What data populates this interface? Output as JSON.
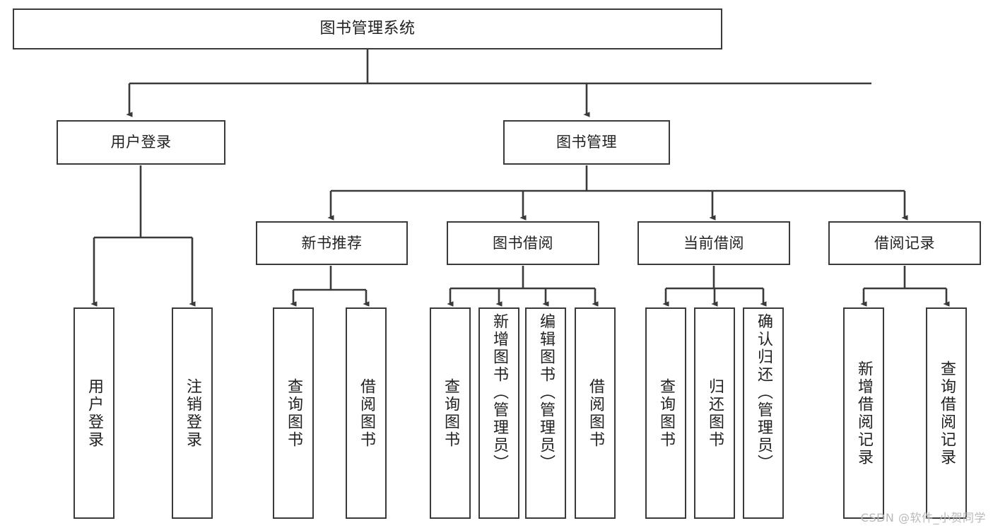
{
  "diagram": {
    "title": "图书管理系统",
    "type": "tree-structure-chart",
    "watermark": "CSDN @软件_小贺同学",
    "colors": {
      "background": "#ffffff",
      "box_border": "#3a3a3a",
      "box_fill": "#ffffff",
      "text": "#222222",
      "connector": "#3a3a3a",
      "watermark": "#b9b9b9"
    }
  },
  "nodes": {
    "root": {
      "label": "图书管理系统"
    },
    "level1": [
      {
        "label": "用户登录"
      },
      {
        "label": "图书管理"
      }
    ],
    "level2": [
      {
        "label": "新书推荐"
      },
      {
        "label": "图书借阅"
      },
      {
        "label": "当前借阅"
      },
      {
        "label": "借阅记录"
      }
    ],
    "leaves": {
      "user_login": [
        {
          "label": "用户登录"
        },
        {
          "label": "注销登录"
        }
      ],
      "new_book_recommend": [
        {
          "label": "查询图书"
        },
        {
          "label": "借阅图书"
        }
      ],
      "book_borrow": [
        {
          "label": "查询图书"
        },
        {
          "label": "新增图书（管理员）"
        },
        {
          "label": "编辑图书（管理员）"
        },
        {
          "label": "借阅图书"
        }
      ],
      "current_borrow": [
        {
          "label": "查询图书"
        },
        {
          "label": "归还图书"
        },
        {
          "label": "确认归还（管理员）"
        }
      ],
      "borrow_record": [
        {
          "label": "新增借阅记录"
        },
        {
          "label": "查询借阅记录"
        }
      ]
    }
  }
}
